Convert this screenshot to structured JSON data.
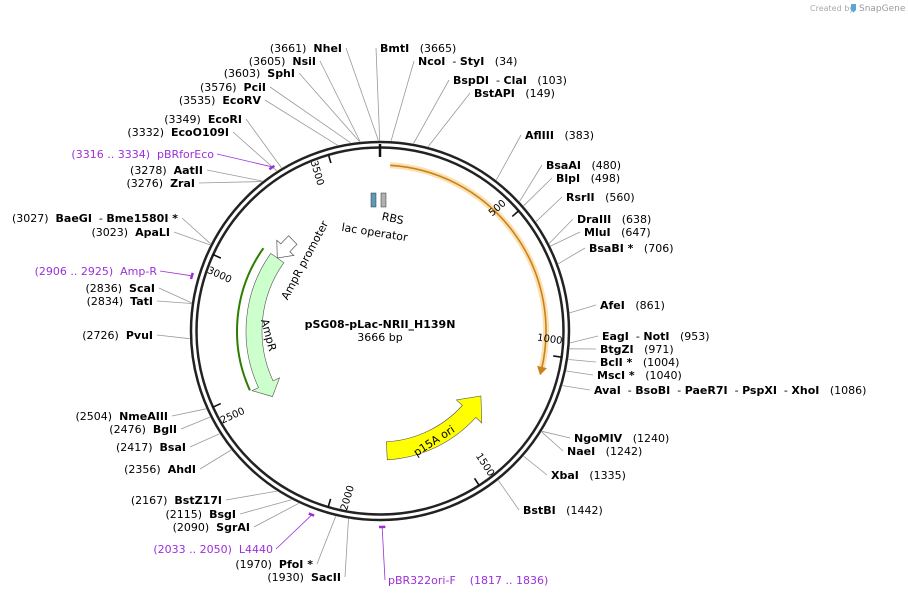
{
  "branding": {
    "created_by": "Created by",
    "product": "SnapGene"
  },
  "plasmid": {
    "name": "pSG08-pLac-NRII_H139N",
    "length": 3666,
    "length_label": "3666 bp"
  },
  "ticks": [
    {
      "pos": 500,
      "label": "500"
    },
    {
      "pos": 1000,
      "label": "1000"
    },
    {
      "pos": 1500,
      "label": "1500"
    },
    {
      "pos": 2000,
      "label": "2000"
    },
    {
      "pos": 2500,
      "label": "2500"
    },
    {
      "pos": 3000,
      "label": "3000"
    },
    {
      "pos": 3500,
      "label": "3500"
    }
  ],
  "sites": [
    {
      "pos": 3665,
      "segments": [
        {
          "t": "BmtI",
          "b": true
        },
        {
          "t": "   (3665)",
          "b": false
        }
      ]
    },
    {
      "pos": 34,
      "segments": [
        {
          "t": "NcoI",
          "b": true
        },
        {
          "t": "  - ",
          "b": false
        },
        {
          "t": "StyI",
          "b": true
        },
        {
          "t": "   (34)",
          "b": false
        }
      ]
    },
    {
      "pos": 103,
      "segments": [
        {
          "t": "BspDI",
          "b": true
        },
        {
          "t": "  - ",
          "b": false
        },
        {
          "t": "ClaI",
          "b": true
        },
        {
          "t": "   (103)",
          "b": false
        }
      ]
    },
    {
      "pos": 149,
      "segments": [
        {
          "t": "BstAPI",
          "b": true
        },
        {
          "t": "   (149)",
          "b": false
        }
      ]
    },
    {
      "pos": 383,
      "segments": [
        {
          "t": "AflIII",
          "b": true
        },
        {
          "t": "   (383)",
          "b": false
        }
      ]
    },
    {
      "pos": 480,
      "segments": [
        {
          "t": "BsaAI",
          "b": true
        },
        {
          "t": "   (480)",
          "b": false
        }
      ]
    },
    {
      "pos": 498,
      "segments": [
        {
          "t": "BlpI",
          "b": true
        },
        {
          "t": "   (498)",
          "b": false
        }
      ]
    },
    {
      "pos": 560,
      "segments": [
        {
          "t": "RsrII",
          "b": true
        },
        {
          "t": "   (560)",
          "b": false
        }
      ]
    },
    {
      "pos": 638,
      "segments": [
        {
          "t": "DraIII",
          "b": true
        },
        {
          "t": "   (638)",
          "b": false
        }
      ]
    },
    {
      "pos": 647,
      "segments": [
        {
          "t": "MluI",
          "b": true
        },
        {
          "t": "   (647)",
          "b": false
        }
      ]
    },
    {
      "pos": 706,
      "segments": [
        {
          "t": "BsaBI *",
          "b": true
        },
        {
          "t": "   (706)",
          "b": false
        }
      ]
    },
    {
      "pos": 861,
      "segments": [
        {
          "t": "AfeI",
          "b": true
        },
        {
          "t": "   (861)",
          "b": false
        }
      ]
    },
    {
      "pos": 953,
      "segments": [
        {
          "t": "EagI",
          "b": true
        },
        {
          "t": "  - ",
          "b": false
        },
        {
          "t": "NotI",
          "b": true
        },
        {
          "t": "   (953)",
          "b": false
        }
      ]
    },
    {
      "pos": 971,
      "segments": [
        {
          "t": "BtgZI",
          "b": true
        },
        {
          "t": "   (971)",
          "b": false
        }
      ]
    },
    {
      "pos": 1004,
      "segments": [
        {
          "t": "BclI *",
          "b": true
        },
        {
          "t": "   (1004)",
          "b": false
        }
      ]
    },
    {
      "pos": 1040,
      "segments": [
        {
          "t": "MscI *",
          "b": true
        },
        {
          "t": "   (1040)",
          "b": false
        }
      ]
    },
    {
      "pos": 1086,
      "segments": [
        {
          "t": "AvaI",
          "b": true
        },
        {
          "t": "  - ",
          "b": false
        },
        {
          "t": "BsoBI",
          "b": true
        },
        {
          "t": "  - ",
          "b": false
        },
        {
          "t": "PaeR7I",
          "b": true
        },
        {
          "t": "  - ",
          "b": false
        },
        {
          "t": "PspXI",
          "b": true
        },
        {
          "t": "  - ",
          "b": false
        },
        {
          "t": "XhoI",
          "b": true
        },
        {
          "t": "   (1086)",
          "b": false
        }
      ]
    },
    {
      "pos": 1240,
      "segments": [
        {
          "t": "NgoMIV",
          "b": true
        },
        {
          "t": "   (1240)",
          "b": false
        }
      ]
    },
    {
      "pos": 1242,
      "segments": [
        {
          "t": "NaeI",
          "b": true
        },
        {
          "t": "   (1242)",
          "b": false
        }
      ]
    },
    {
      "pos": 1335,
      "segments": [
        {
          "t": "XbaI",
          "b": true
        },
        {
          "t": "   (1335)",
          "b": false
        }
      ]
    },
    {
      "pos": 1442,
      "segments": [
        {
          "t": "BstBI",
          "b": true
        },
        {
          "t": "   (1442)",
          "b": false
        }
      ]
    },
    {
      "pos": 1930,
      "segments": [
        {
          "t": "(1930)  ",
          "b": false
        },
        {
          "t": "SacII",
          "b": true
        }
      ]
    },
    {
      "pos": 1970,
      "segments": [
        {
          "t": "(1970)  ",
          "b": false
        },
        {
          "t": "PfoI *",
          "b": true
        }
      ]
    },
    {
      "pos": 2090,
      "segments": [
        {
          "t": "(2090)  ",
          "b": false
        },
        {
          "t": "SgrAI",
          "b": true
        }
      ]
    },
    {
      "pos": 2115,
      "segments": [
        {
          "t": "(2115)  ",
          "b": false
        },
        {
          "t": "BsgI",
          "b": true
        }
      ]
    },
    {
      "pos": 2167,
      "segments": [
        {
          "t": "(2167)  ",
          "b": false
        },
        {
          "t": "BstZ17I",
          "b": true
        }
      ]
    },
    {
      "pos": 2356,
      "segments": [
        {
          "t": "(2356)  ",
          "b": false
        },
        {
          "t": "AhdI",
          "b": true
        }
      ]
    },
    {
      "pos": 2417,
      "segments": [
        {
          "t": "(2417)  ",
          "b": false
        },
        {
          "t": "BsaI",
          "b": true
        }
      ]
    },
    {
      "pos": 2476,
      "segments": [
        {
          "t": "(2476)  ",
          "b": false
        },
        {
          "t": "BglI",
          "b": true
        }
      ]
    },
    {
      "pos": 2504,
      "segments": [
        {
          "t": "(2504)  ",
          "b": false
        },
        {
          "t": "NmeAIII",
          "b": true
        }
      ]
    },
    {
      "pos": 2726,
      "segments": [
        {
          "t": "(2726)  ",
          "b": false
        },
        {
          "t": "PvuI",
          "b": true
        }
      ]
    },
    {
      "pos": 2834,
      "segments": [
        {
          "t": "(2834)  ",
          "b": false
        },
        {
          "t": "TatI",
          "b": true
        }
      ]
    },
    {
      "pos": 2836,
      "segments": [
        {
          "t": "(2836)  ",
          "b": false
        },
        {
          "t": "ScaI",
          "b": true
        }
      ]
    },
    {
      "pos": 3023,
      "segments": [
        {
          "t": "(3023)  ",
          "b": false
        },
        {
          "t": "ApaLI",
          "b": true
        }
      ]
    },
    {
      "pos": 3027,
      "segments": [
        {
          "t": "(3027)  ",
          "b": false
        },
        {
          "t": "BaeGI",
          "b": true
        },
        {
          "t": "  - ",
          "b": false
        },
        {
          "t": "Bme1580I *",
          "b": true
        }
      ]
    },
    {
      "pos": 3276,
      "segments": [
        {
          "t": "(3276)  ",
          "b": false
        },
        {
          "t": "ZraI",
          "b": true
        }
      ]
    },
    {
      "pos": 3278,
      "segments": [
        {
          "t": "(3278)  ",
          "b": false
        },
        {
          "t": "AatII",
          "b": true
        }
      ]
    },
    {
      "pos": 3332,
      "segments": [
        {
          "t": "(3332)  ",
          "b": false
        },
        {
          "t": "EcoO109I",
          "b": true
        }
      ]
    },
    {
      "pos": 3349,
      "segments": [
        {
          "t": "(3349)  ",
          "b": false
        },
        {
          "t": "EcoRI",
          "b": true
        }
      ]
    },
    {
      "pos": 3535,
      "segments": [
        {
          "t": "(3535)  ",
          "b": false
        },
        {
          "t": "EcoRV",
          "b": true
        }
      ]
    },
    {
      "pos": 3576,
      "segments": [
        {
          "t": "(3576)  ",
          "b": false
        },
        {
          "t": "PciI",
          "b": true
        }
      ]
    },
    {
      "pos": 3603,
      "segments": [
        {
          "t": "(3603)  ",
          "b": false
        },
        {
          "t": "SphI",
          "b": true
        }
      ]
    },
    {
      "pos": 3605,
      "segments": [
        {
          "t": "(3605)  ",
          "b": false
        },
        {
          "t": "NsiI",
          "b": true
        }
      ]
    },
    {
      "pos": 3661,
      "segments": [
        {
          "t": "(3661)  ",
          "b": false
        },
        {
          "t": "NheI",
          "b": true
        }
      ]
    }
  ],
  "primers": [
    {
      "start": 3316,
      "end": 3334,
      "label": "(3316 .. 3334)  pBRforEco"
    },
    {
      "start": 2906,
      "end": 2925,
      "label": "(2906 .. 2925)  Amp-R"
    },
    {
      "start": 2033,
      "end": 2050,
      "label": "(2033 .. 2050)  L4440"
    },
    {
      "start": 1817,
      "end": 1836,
      "label": "pBR322ori-F    (1817 .. 1836)"
    }
  ],
  "features": [
    {
      "name": "orange-cds",
      "start": 36,
      "end": 1074,
      "color": "#f5a623",
      "label": ""
    },
    {
      "name": "p15A-ori",
      "start": 1250,
      "end": 1800,
      "color": "#ffff00",
      "label": "p15A ori"
    },
    {
      "name": "AmpR",
      "start": 2430,
      "end": 3110,
      "color": "#ccffcc",
      "label": "AmpR"
    },
    {
      "name": "AmpR-promoter",
      "start": 3110,
      "end": 3220,
      "color": "#ffffff",
      "label": "AmpR promoter"
    },
    {
      "name": "lac-operator",
      "start": 3636,
      "end": 3653,
      "color": "#5a9bb8",
      "label": "lac operator"
    },
    {
      "name": "RBS",
      "start": 3662,
      "end": 3666,
      "color": "#b0b0b0",
      "label": "RBS"
    }
  ]
}
